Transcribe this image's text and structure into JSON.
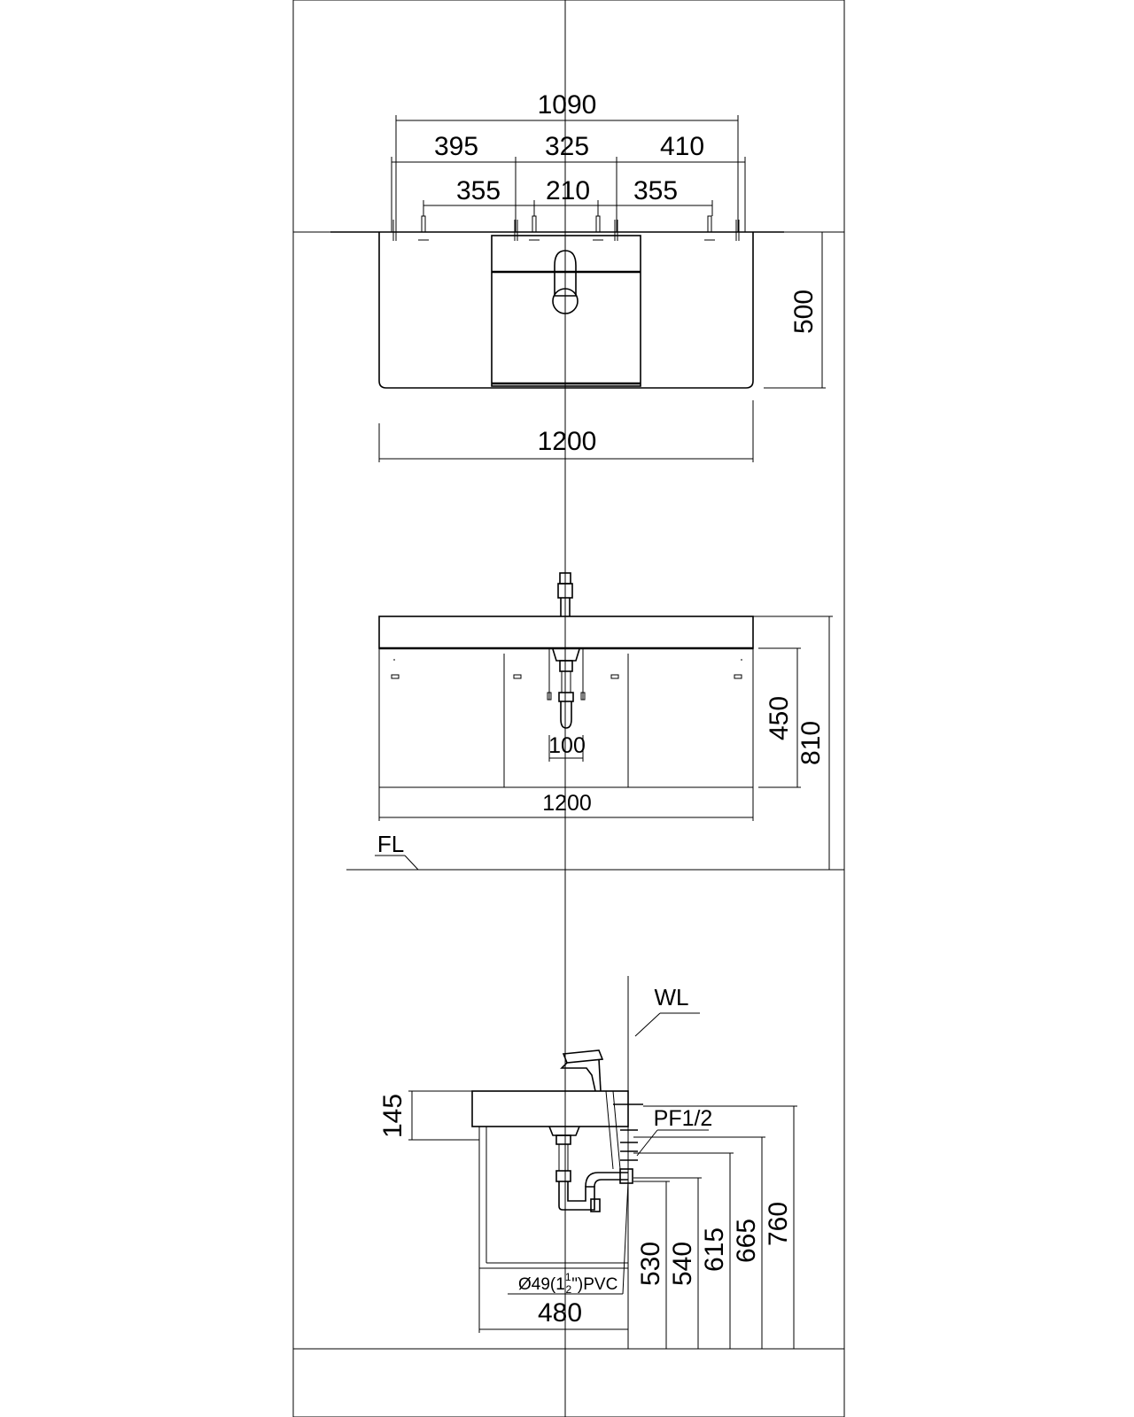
{
  "top_view": {
    "overall_hole_span": "1090",
    "left_segment": "395",
    "middle_segment": "325",
    "right_segment": "410",
    "left_inner": "355",
    "middle_inner": "210",
    "right_inner": "355",
    "depth": "500",
    "width": "1200"
  },
  "front_view": {
    "drain_width": "100",
    "cabinet_height": "450",
    "total_height": "810",
    "width": "1200",
    "floor_label": "FL"
  },
  "side_view": {
    "wall_label": "WL",
    "top_thickness": "145",
    "supply_label": "PF1/2",
    "pipe_prefix": "Ø49(1",
    "pipe_frac_num": "1",
    "pipe_frac_den": "2",
    "pipe_suffix": "\")PVC",
    "depth": "480",
    "h1": "530",
    "h2": "540",
    "h3": "615",
    "h4": "665",
    "h5": "760"
  }
}
